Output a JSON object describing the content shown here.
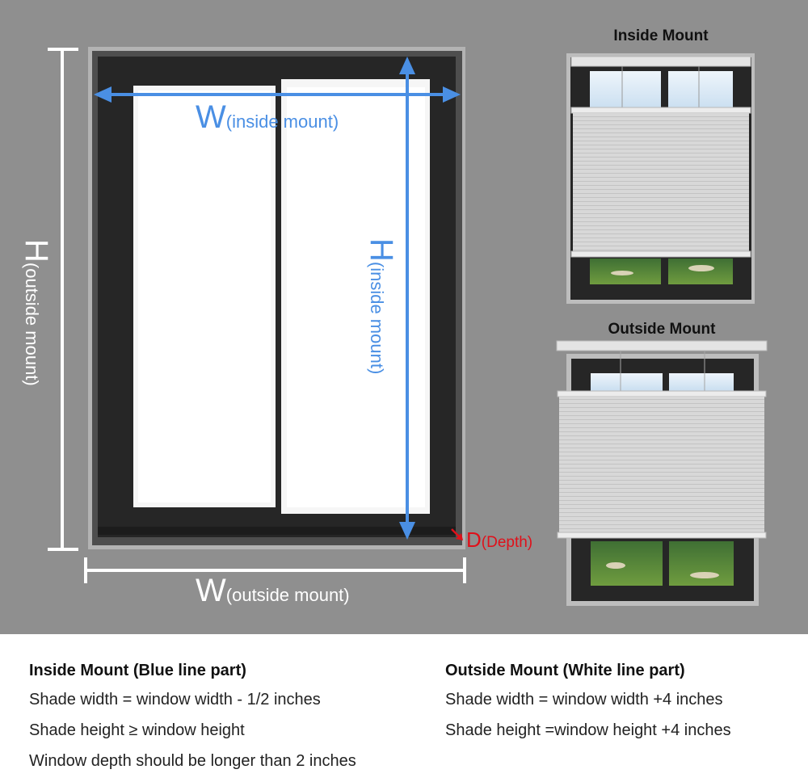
{
  "colors": {
    "background": "#8f8f8f",
    "blue_line": "#4a8fe4",
    "white_line": "#ffffff",
    "depth_red": "#e0101a",
    "frame": "#262626",
    "shade": "#d6d6d6"
  },
  "main_window": {
    "w_inside_letter": "W",
    "w_inside_note": "(inside mount)",
    "h_inside_letter": "H",
    "h_inside_note": "(inside mount)",
    "h_outside_letter": "H",
    "h_outside_note": "(outside mount)",
    "w_outside_letter": "W",
    "w_outside_note": "(outside mount)",
    "depth_letter": "D",
    "depth_note": "(Depth)"
  },
  "inside_mount_example": {
    "title": "Inside Mount"
  },
  "outside_mount_example": {
    "title": "Outside Mount"
  },
  "notes": {
    "inside": {
      "heading": "Inside Mount (Blue line part)",
      "lines": [
        "Shade width = window width - 1/2 inches",
        "Shade height ≥ window height",
        "Window depth should be longer than 2 inches"
      ]
    },
    "outside": {
      "heading": "Outside Mount (White line part)",
      "lines": [
        "Shade width = window width +4 inches",
        "Shade height =window height +4 inches"
      ]
    }
  }
}
